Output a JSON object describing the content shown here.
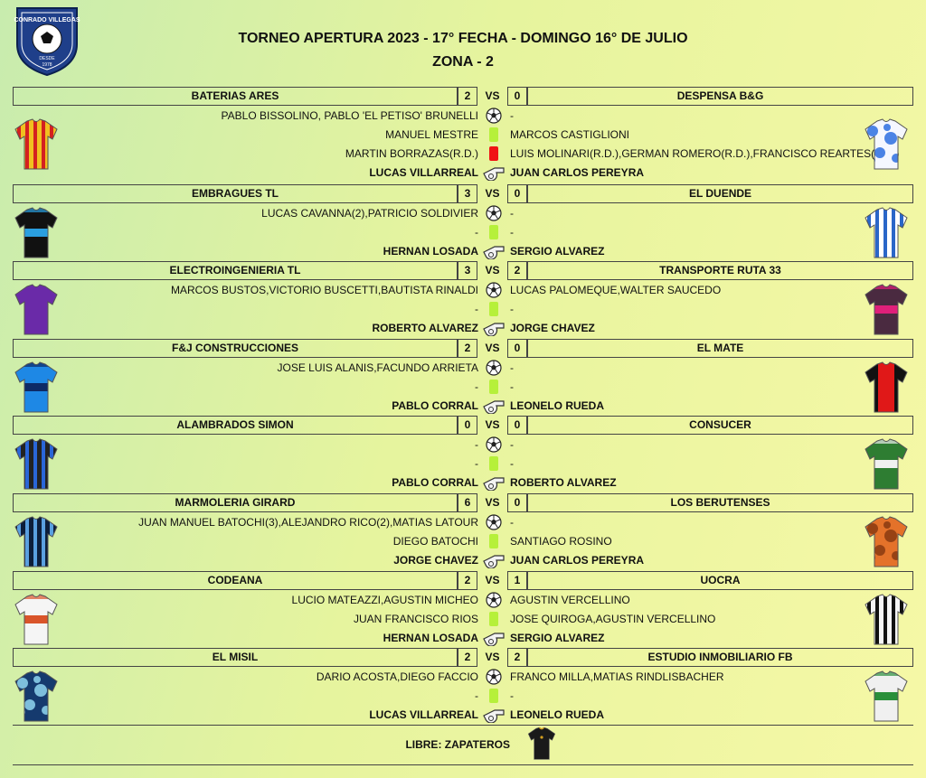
{
  "header": {
    "title": "TORNEO APERTURA 2023 - 17° FECHA - DOMINGO 16° DE JULIO",
    "subtitle": "ZONA - 2",
    "logo_text": [
      "CONRADO VILLEGAS",
      "DESDE",
      "1978"
    ]
  },
  "vs_label": "VS",
  "matches": [
    {
      "home": {
        "name": "BATERIAS ARES",
        "score": "2",
        "goals": "PABLO BISSOLINO, PABLO 'EL PETISO' BRUNELLI",
        "yellow": "MANUEL MESTRE",
        "red": "MARTIN BORRAZAS(R.D.)",
        "referee": "LUCAS VILLARREAL"
      },
      "away": {
        "name": "DESPENSA B&G",
        "score": "0",
        "goals": "-",
        "yellow": "MARCOS CASTIGLIONI",
        "red": "LUIS MOLINARI(R.D.),GERMAN ROMERO(R.D.),FRANCISCO REARTES(D.A.)",
        "referee": "JUAN CARLOS PEREYRA"
      }
    },
    {
      "home": {
        "name": "EMBRAGUES TL",
        "score": "3",
        "goals": "LUCAS CAVANNA(2),PATRICIO SOLDIVIER",
        "yellow": "-",
        "referee": "HERNAN LOSADA"
      },
      "away": {
        "name": "EL DUENDE",
        "score": "0",
        "goals": "-",
        "yellow": "-",
        "referee": "SERGIO ALVAREZ"
      }
    },
    {
      "home": {
        "name": "ELECTROINGENIERIA TL",
        "score": "3",
        "goals": "MARCOS BUSTOS,VICTORIO BUSCETTI,BAUTISTA RINALDI",
        "yellow": "-",
        "referee": "ROBERTO ALVAREZ"
      },
      "away": {
        "name": "TRANSPORTE RUTA 33",
        "score": "2",
        "goals": "LUCAS PALOMEQUE,WALTER SAUCEDO",
        "yellow": "-",
        "referee": "JORGE CHAVEZ"
      }
    },
    {
      "home": {
        "name": "F&J CONSTRUCCIONES",
        "score": "2",
        "goals": "JOSE LUIS ALANIS,FACUNDO ARRIETA",
        "yellow": "-",
        "referee": "PABLO CORRAL"
      },
      "away": {
        "name": "EL MATE",
        "score": "0",
        "goals": "-",
        "yellow": "-",
        "referee": "LEONELO RUEDA"
      }
    },
    {
      "home": {
        "name": "ALAMBRADOS SIMON",
        "score": "0",
        "goals": "-",
        "yellow": "-",
        "referee": "PABLO CORRAL"
      },
      "away": {
        "name": "CONSUCER",
        "score": "0",
        "goals": "-",
        "yellow": "-",
        "referee": "ROBERTO ALVAREZ"
      }
    },
    {
      "home": {
        "name": "MARMOLERIA GIRARD",
        "score": "6",
        "goals": "JUAN MANUEL BATOCHI(3),ALEJANDRO RICO(2),MATIAS LATOUR",
        "yellow": "DIEGO BATOCHI",
        "referee": "JORGE CHAVEZ"
      },
      "away": {
        "name": "LOS BERUTENSES",
        "score": "0",
        "goals": "-",
        "yellow": "SANTIAGO ROSINO",
        "referee": "JUAN CARLOS PEREYRA"
      }
    },
    {
      "home": {
        "name": "CODEANA",
        "score": "2",
        "goals": "LUCIO MATEAZZI,AGUSTIN MICHEO",
        "yellow": "JUAN FRANCISCO RIOS",
        "referee": "HERNAN LOSADA"
      },
      "away": {
        "name": "UOCRA",
        "score": "1",
        "goals": "AGUSTIN VERCELLINO",
        "yellow": "JOSE QUIROGA,AGUSTIN VERCELLINO",
        "referee": "SERGIO ALVAREZ"
      }
    },
    {
      "home": {
        "name": "EL MISIL",
        "score": "2",
        "goals": "DARIO ACOSTA,DIEGO FACCIO",
        "yellow": "-",
        "referee": "LUCAS VILLARREAL"
      },
      "away": {
        "name": "ESTUDIO INMOBILIARIO FB",
        "score": "2",
        "goals": "FRANCO MILLA,MATIAS RINDLISBACHER",
        "yellow": "-",
        "referee": "LEONELO RUEDA"
      }
    }
  ],
  "libre": "LIBRE: ZAPATEROS",
  "icons": {
    "goals": "soccer-ball-icon",
    "yellow": "yellow-card-icon",
    "red": "red-card-icon",
    "referee": "whistle-icon",
    "team": "jersey-icon"
  },
  "colors": {
    "yellow_card": "#b6f03a",
    "red_card": "#f01414",
    "logo_shield": "#1f3f8a"
  }
}
